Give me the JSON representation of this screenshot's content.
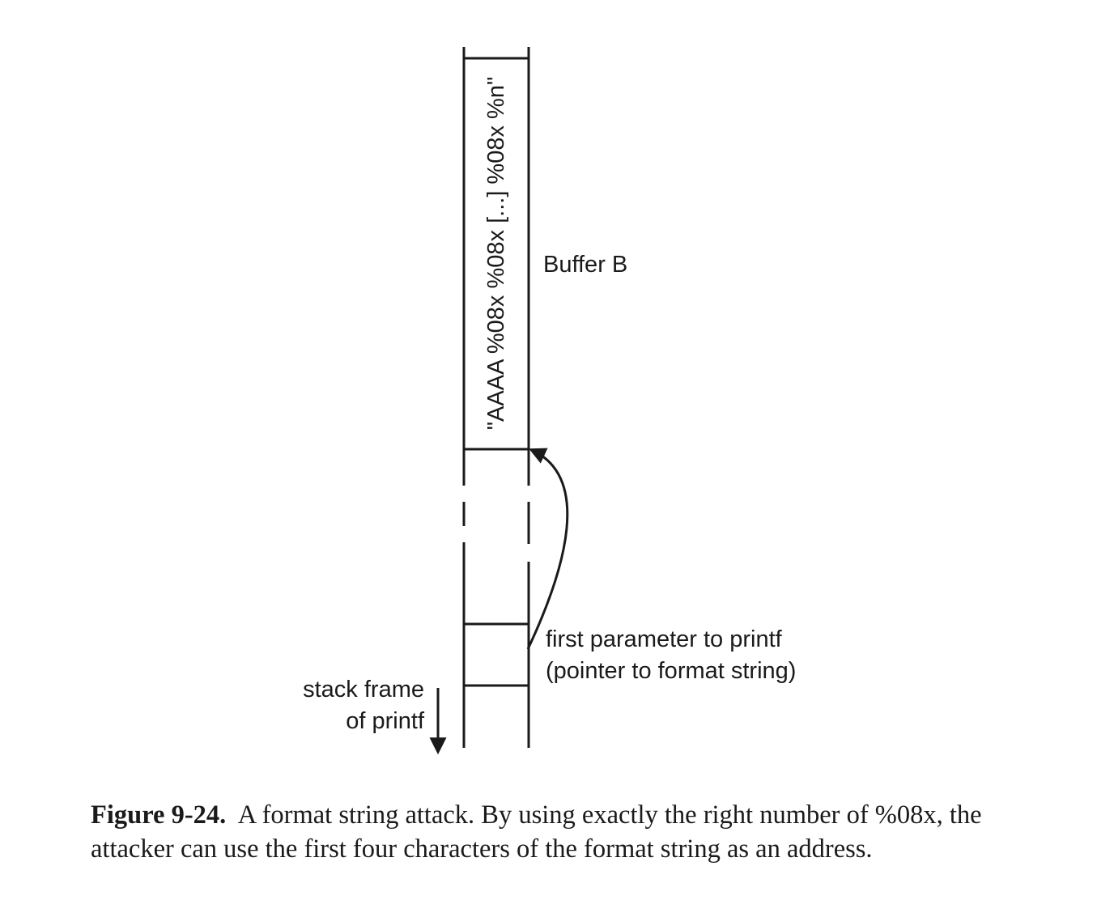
{
  "diagram": {
    "buffer_string": "\"AAAA %08x %08x [...] %08x %n\"",
    "buffer_label": "Buffer B",
    "pointer_label_line1": "first parameter to printf",
    "pointer_label_line2": "(pointer to format string)",
    "stack_label_line1": "stack frame",
    "stack_label_line2": "of printf"
  },
  "caption": {
    "figure_label": "Figure 9-24.",
    "text": "A format string attack. By using exactly the right number of %08x, the attacker can use the first four characters of the format string as an address."
  }
}
